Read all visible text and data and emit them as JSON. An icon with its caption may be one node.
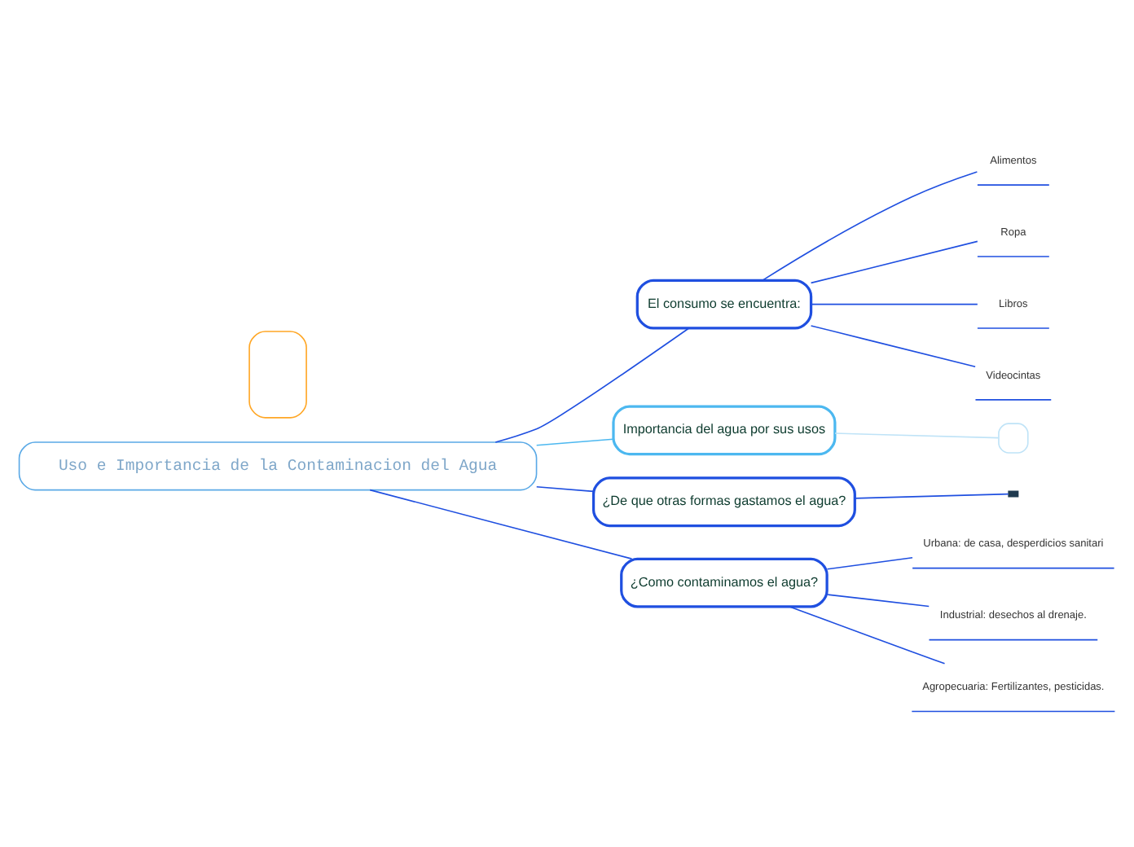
{
  "diagram": {
    "nodes": [
      {
        "text": [
          "Uso e Importancia de la Contaminacion del Agua"
        ]
      },
      {
        "text": [
          "El consumo se encuentra:"
        ]
      },
      {
        "text": [
          "Alimentos"
        ]
      },
      {
        "text": [
          "Ropa"
        ]
      },
      {
        "text": [
          "Libros"
        ]
      },
      {
        "text": [
          "Videocintas"
        ]
      },
      {
        "text": [
          "Importancia del agua por sus usos"
        ]
      },
      {
        "text": [],
        "shape": "box"
      },
      {
        "text": [],
        "shape": "box"
      },
      {
        "text": [
          "¿De que otras formas gastamos el agua?"
        ]
      },
      {
        "text": [],
        "shape": "box"
      },
      {
        "text": [
          "¿Como contaminamos el agua?"
        ]
      },
      {
        "text": [
          "Urbana: de casa, desperdicios sanitari"
        ]
      },
      {
        "text": [
          "Industrial: desechos al drenaje."
        ]
      },
      {
        "text": [
          "Agropecuaria: Fertilizantes, pesticidas."
        ]
      }
    ],
    "edges": [
      {
        "from": 0,
        "to": 1,
        "arrow": "none"
      },
      {
        "from": 1,
        "to": 2,
        "arrow": "none"
      },
      {
        "from": 1,
        "to": 3,
        "arrow": "none"
      },
      {
        "from": 1,
        "to": 4,
        "arrow": "none"
      },
      {
        "from": 1,
        "to": 5,
        "arrow": "none"
      },
      {
        "from": 0,
        "to": 6,
        "arrow": "none",
        "color": "#4cb8f0"
      },
      {
        "from": 6,
        "to": 7,
        "arrow": "none",
        "color": "#bfe3f7"
      },
      {
        "from": 0,
        "to": 9,
        "arrow": "none"
      },
      {
        "from": 9,
        "to": 10,
        "arrow": "none"
      },
      {
        "from": 0,
        "to": 11,
        "arrow": "none"
      },
      {
        "from": 11,
        "to": 12,
        "arrow": "none"
      },
      {
        "from": 11,
        "to": 13,
        "arrow": "none"
      },
      {
        "from": 11,
        "to": 14,
        "arrow": "none"
      }
    ]
  }
}
